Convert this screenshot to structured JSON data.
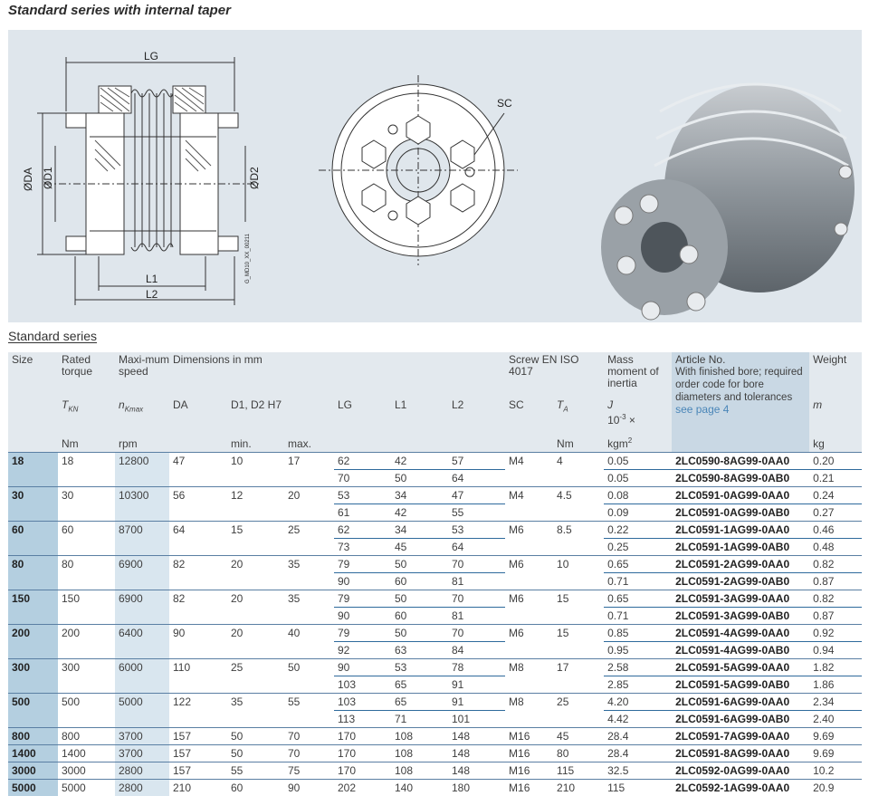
{
  "page_title": "Standard series with internal taper",
  "figure": {
    "labels": {
      "lg": "LG",
      "da": "ØDA",
      "d1": "ØD1",
      "d2": "ØD2",
      "l1": "L1",
      "l2": "L2",
      "sc": "SC",
      "drawing_code": "G_MD10_XX_00211"
    }
  },
  "section_title": "Standard series",
  "table": {
    "headers": {
      "size": "Size",
      "torque": "Rated torque",
      "torque_sym": "T",
      "torque_sub": "KN",
      "torque_unit": "Nm",
      "speed": "Maxi-mum speed",
      "speed_sym": "n",
      "speed_sub": "Kmax",
      "speed_unit": "rpm",
      "dimensions": "Dimensions in mm",
      "da": "DA",
      "d1d2": "D1, D2 H7",
      "min": "min.",
      "max": "max.",
      "lg": "LG",
      "l1": "L1",
      "l2": "L2",
      "screw": "Screw EN ISO 4017",
      "sc": "SC",
      "ta_sym": "T",
      "ta_sub": "A",
      "ta_unit": "Nm",
      "mass": "Mass moment of inertia",
      "j": "J",
      "j_unit_a": "10",
      "j_unit_exp": "-3",
      "j_unit_b": " ×",
      "j_unit_c": "kgm",
      "j_unit_c_exp": "2",
      "article": "Article No.",
      "article_note": "With finished bore; required order code for bore diameters and tolerances ",
      "article_link": "see page 4",
      "weight": "Weight",
      "weight_sym": "m",
      "weight_unit": "kg"
    },
    "rows": [
      {
        "size": "18",
        "torque": "18",
        "speed": "12800",
        "da": "47",
        "min": "10",
        "max": "17",
        "lg": "62",
        "l1": "42",
        "l2": "57",
        "sc": "M4",
        "ta": "4",
        "j": "0.05",
        "art": "2LC0590-8AG99-0AA0",
        "w": "0.20"
      },
      {
        "size": "",
        "torque": "",
        "speed": "",
        "da": "",
        "min": "",
        "max": "",
        "lg": "70",
        "l1": "50",
        "l2": "64",
        "sc": "",
        "ta": "",
        "j": "0.05",
        "art": "2LC0590-8AG99-0AB0",
        "w": "0.21"
      },
      {
        "size": "30",
        "torque": "30",
        "speed": "10300",
        "da": "56",
        "min": "12",
        "max": "20",
        "lg": "53",
        "l1": "34",
        "l2": "47",
        "sc": "M4",
        "ta": "4.5",
        "j": "0.08",
        "art": "2LC0591-0AG99-0AA0",
        "w": "0.24"
      },
      {
        "size": "",
        "torque": "",
        "speed": "",
        "da": "",
        "min": "",
        "max": "",
        "lg": "61",
        "l1": "42",
        "l2": "55",
        "sc": "",
        "ta": "",
        "j": "0.09",
        "art": "2LC0591-0AG99-0AB0",
        "w": "0.27"
      },
      {
        "size": "60",
        "torque": "60",
        "speed": "8700",
        "da": "64",
        "min": "15",
        "max": "25",
        "lg": "62",
        "l1": "34",
        "l2": "53",
        "sc": "M6",
        "ta": "8.5",
        "j": "0.22",
        "art": "2LC0591-1AG99-0AA0",
        "w": "0.46"
      },
      {
        "size": "",
        "torque": "",
        "speed": "",
        "da": "",
        "min": "",
        "max": "",
        "lg": "73",
        "l1": "45",
        "l2": "64",
        "sc": "",
        "ta": "",
        "j": "0.25",
        "art": "2LC0591-1AG99-0AB0",
        "w": "0.48"
      },
      {
        "size": "80",
        "torque": "80",
        "speed": "6900",
        "da": "82",
        "min": "20",
        "max": "35",
        "lg": "79",
        "l1": "50",
        "l2": "70",
        "sc": "M6",
        "ta": "10",
        "j": "0.65",
        "art": "2LC0591-2AG99-0AA0",
        "w": "0.82"
      },
      {
        "size": "",
        "torque": "",
        "speed": "",
        "da": "",
        "min": "",
        "max": "",
        "lg": "90",
        "l1": "60",
        "l2": "81",
        "sc": "",
        "ta": "",
        "j": "0.71",
        "art": "2LC0591-2AG99-0AB0",
        "w": "0.87"
      },
      {
        "size": "150",
        "torque": "150",
        "speed": "6900",
        "da": "82",
        "min": "20",
        "max": "35",
        "lg": "79",
        "l1": "50",
        "l2": "70",
        "sc": "M6",
        "ta": "15",
        "j": "0.65",
        "art": "2LC0591-3AG99-0AA0",
        "w": "0.82"
      },
      {
        "size": "",
        "torque": "",
        "speed": "",
        "da": "",
        "min": "",
        "max": "",
        "lg": "90",
        "l1": "60",
        "l2": "81",
        "sc": "",
        "ta": "",
        "j": "0.71",
        "art": "2LC0591-3AG99-0AB0",
        "w": "0.87"
      },
      {
        "size": "200",
        "torque": "200",
        "speed": "6400",
        "da": "90",
        "min": "20",
        "max": "40",
        "lg": "79",
        "l1": "50",
        "l2": "70",
        "sc": "M6",
        "ta": "15",
        "j": "0.85",
        "art": "2LC0591-4AG99-0AA0",
        "w": "0.92"
      },
      {
        "size": "",
        "torque": "",
        "speed": "",
        "da": "",
        "min": "",
        "max": "",
        "lg": "92",
        "l1": "63",
        "l2": "84",
        "sc": "",
        "ta": "",
        "j": "0.95",
        "art": "2LC0591-4AG99-0AB0",
        "w": "0.94"
      },
      {
        "size": "300",
        "torque": "300",
        "speed": "6000",
        "da": "110",
        "min": "25",
        "max": "50",
        "lg": "90",
        "l1": "53",
        "l2": "78",
        "sc": "M8",
        "ta": "17",
        "j": "2.58",
        "art": "2LC0591-5AG99-0AA0",
        "w": "1.82"
      },
      {
        "size": "",
        "torque": "",
        "speed": "",
        "da": "",
        "min": "",
        "max": "",
        "lg": "103",
        "l1": "65",
        "l2": "91",
        "sc": "",
        "ta": "",
        "j": "2.85",
        "art": "2LC0591-5AG99-0AB0",
        "w": "1.86"
      },
      {
        "size": "500",
        "torque": "500",
        "speed": "5000",
        "da": "122",
        "min": "35",
        "max": "55",
        "lg": "103",
        "l1": "65",
        "l2": "91",
        "sc": "M8",
        "ta": "25",
        "j": "4.20",
        "art": "2LC0591-6AG99-0AA0",
        "w": "2.34"
      },
      {
        "size": "",
        "torque": "",
        "speed": "",
        "da": "",
        "min": "",
        "max": "",
        "lg": "113",
        "l1": "71",
        "l2": "101",
        "sc": "",
        "ta": "",
        "j": "4.42",
        "art": "2LC0591-6AG99-0AB0",
        "w": "2.40"
      },
      {
        "size": "800",
        "torque": "800",
        "speed": "3700",
        "da": "157",
        "min": "50",
        "max": "70",
        "lg": "170",
        "l1": "108",
        "l2": "148",
        "sc": "M16",
        "ta": "45",
        "j": "28.4",
        "art": "2LC0591-7AG99-0AA0",
        "w": "9.69"
      },
      {
        "size": "1400",
        "torque": "1400",
        "speed": "3700",
        "da": "157",
        "min": "50",
        "max": "70",
        "lg": "170",
        "l1": "108",
        "l2": "148",
        "sc": "M16",
        "ta": "80",
        "j": "28.4",
        "art": "2LC0591-8AG99-0AA0",
        "w": "9.69"
      },
      {
        "size": "3000",
        "torque": "3000",
        "speed": "2800",
        "da": "157",
        "min": "55",
        "max": "75",
        "lg": "170",
        "l1": "108",
        "l2": "148",
        "sc": "M16",
        "ta": "115",
        "j": "32.5",
        "art": "2LC0592-0AG99-0AA0",
        "w": "10.2"
      },
      {
        "size": "5000",
        "torque": "5000",
        "speed": "2800",
        "da": "210",
        "min": "60",
        "max": "90",
        "lg": "202",
        "l1": "140",
        "l2": "180",
        "sc": "M16",
        "ta": "210",
        "j": "115",
        "art": "2LC0592-1AG99-0AA0",
        "w": "20.9"
      }
    ]
  }
}
